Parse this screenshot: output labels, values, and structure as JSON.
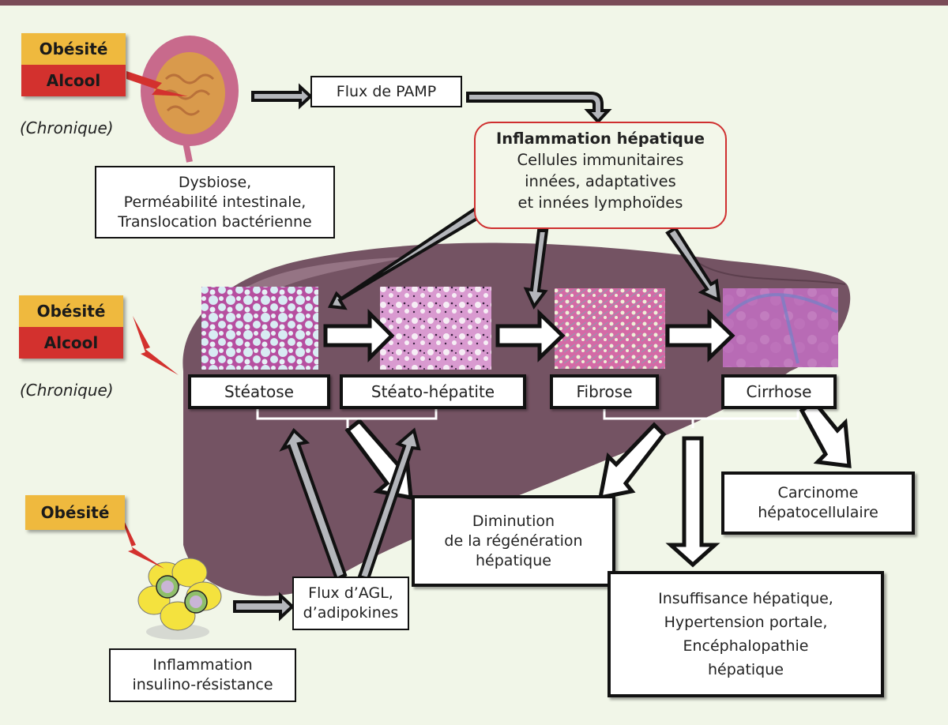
{
  "factors_top": {
    "labels": [
      "Obésité",
      "Alcool"
    ],
    "note": "(Chronique)"
  },
  "factors_mid": {
    "labels": [
      "Obésité",
      "Alcool"
    ],
    "note": "(Chronique)"
  },
  "factors_bottom": {
    "labels": [
      "Obésité"
    ]
  },
  "gut_box": {
    "lines": [
      "Dysbiose,",
      "Perméabilité intestinale,",
      "Translocation bactérienne"
    ]
  },
  "pamp_box": {
    "label": "Flux de PAMP"
  },
  "inflammation_box": {
    "title": "Inflammation hépatique",
    "lines": [
      "Cellules immunitaires",
      "innées, adaptatives",
      "et innées lymphoïdes"
    ]
  },
  "stages": [
    "Stéatose",
    "Stéato-hépatite",
    "Fibrose",
    "Cirrhose"
  ],
  "regeneration_box": {
    "lines": [
      "Diminution",
      "de la régénération",
      "hépatique"
    ]
  },
  "carcinoma_box": {
    "lines": [
      "Carcinome",
      "hépatocellulaire"
    ]
  },
  "failure_box": {
    "lines": [
      "Insuffisance hépatique,",
      "Hypertension portale,",
      "Encéphalopathie",
      "hépatique"
    ]
  },
  "agl_box": {
    "lines": [
      "Flux d’AGL,",
      "d’adipokines"
    ]
  },
  "adipose_box": {
    "lines": [
      "Inflammation",
      "insulino-résistance"
    ]
  },
  "colors": {
    "liver": "#745363",
    "background": "#f1f6e8",
    "accent_red": "#d3312e",
    "accent_yellow": "#efb93e",
    "arrow_grey": "#b4b6bb"
  }
}
